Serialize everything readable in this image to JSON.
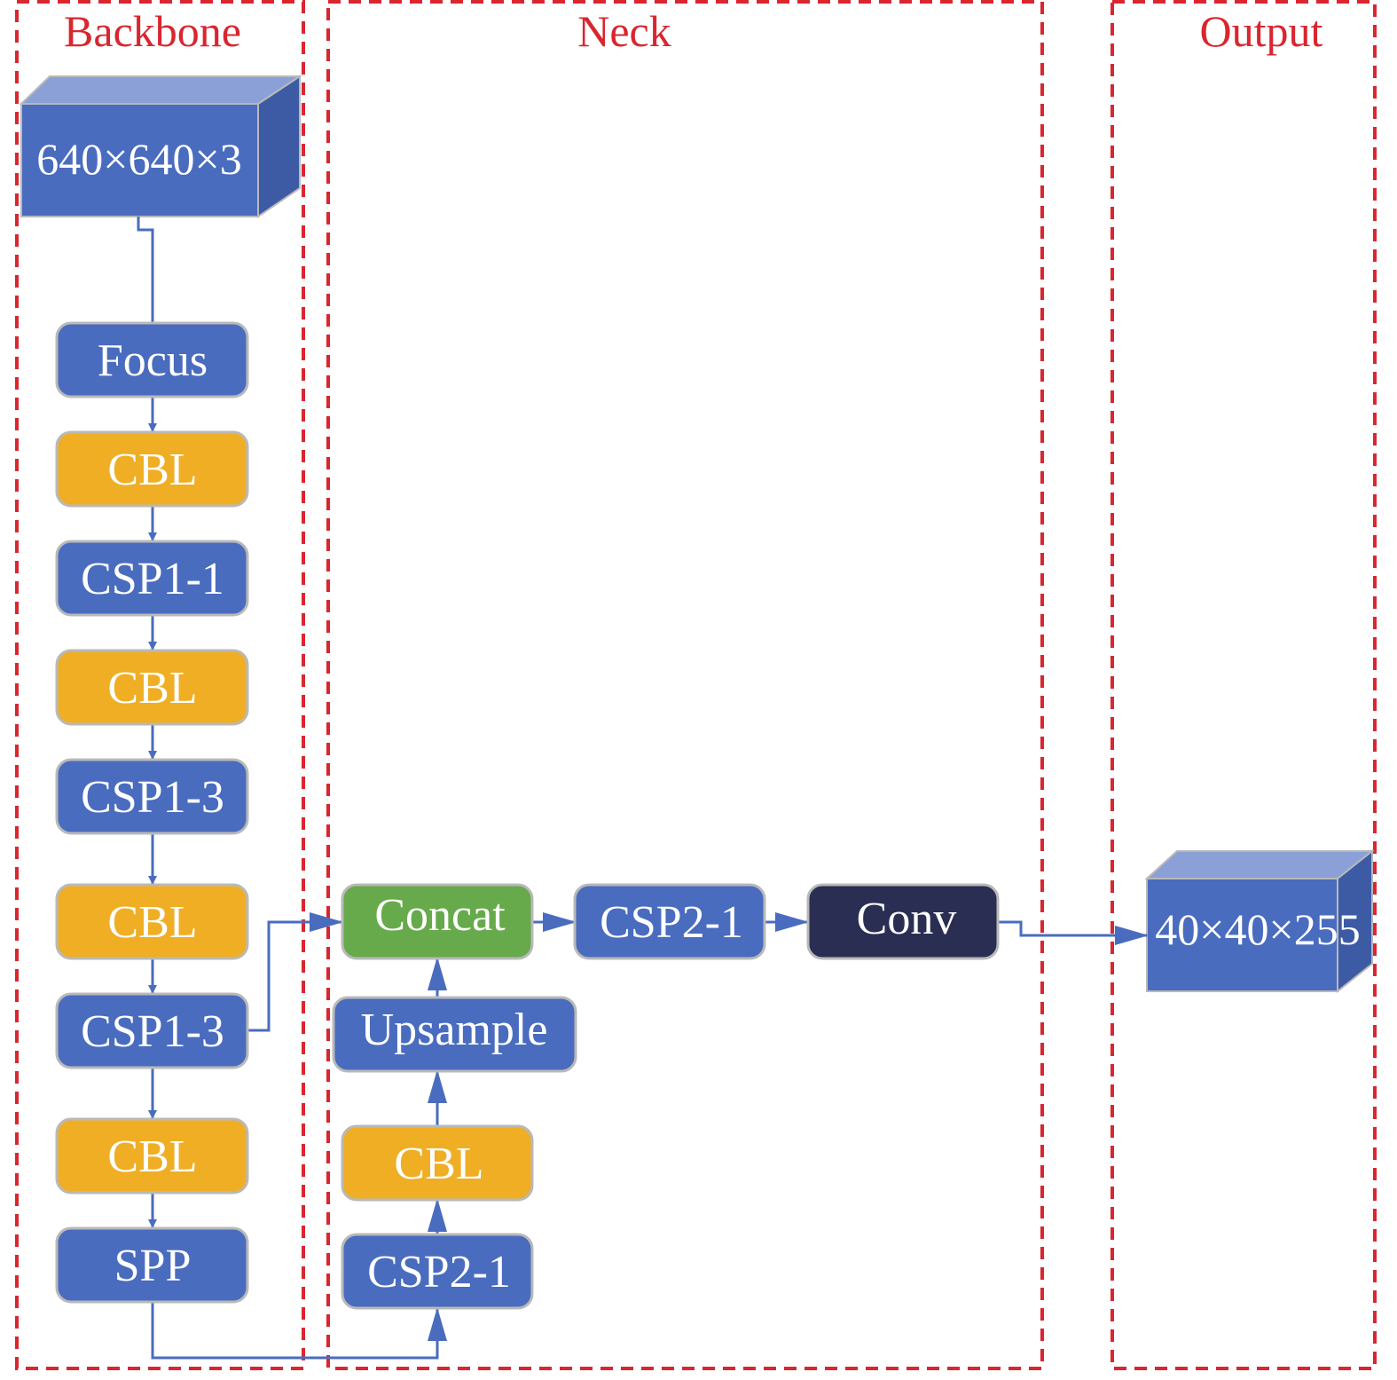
{
  "colors": {
    "frame": "#d9262f",
    "blue": "#4a6cbf",
    "orange": "#efae24",
    "green": "#67aa4b",
    "navy": "#2b2e53",
    "edge": "#4a6cbf",
    "box_border": "#b9b9b9"
  },
  "sections": {
    "backbone": "Backbone",
    "neck": "Neck",
    "output": "Output"
  },
  "input": {
    "label": "640×640×3"
  },
  "output": {
    "label": "40×40×255"
  },
  "backbone": {
    "focus": "Focus",
    "cbl_1": "CBL",
    "csp1_1": "CSP1-1",
    "cbl_2": "CBL",
    "csp1_3_a": "CSP1-3",
    "cbl_3": "CBL",
    "csp1_3_b": "CSP1-3",
    "cbl_4": "CBL",
    "spp": "SPP"
  },
  "neck": {
    "concat": "Concat",
    "csp2_1_top": "CSP2-1",
    "conv": "Conv",
    "upsample": "Upsample",
    "cbl": "CBL",
    "csp2_1_bottom": "CSP2-1"
  }
}
